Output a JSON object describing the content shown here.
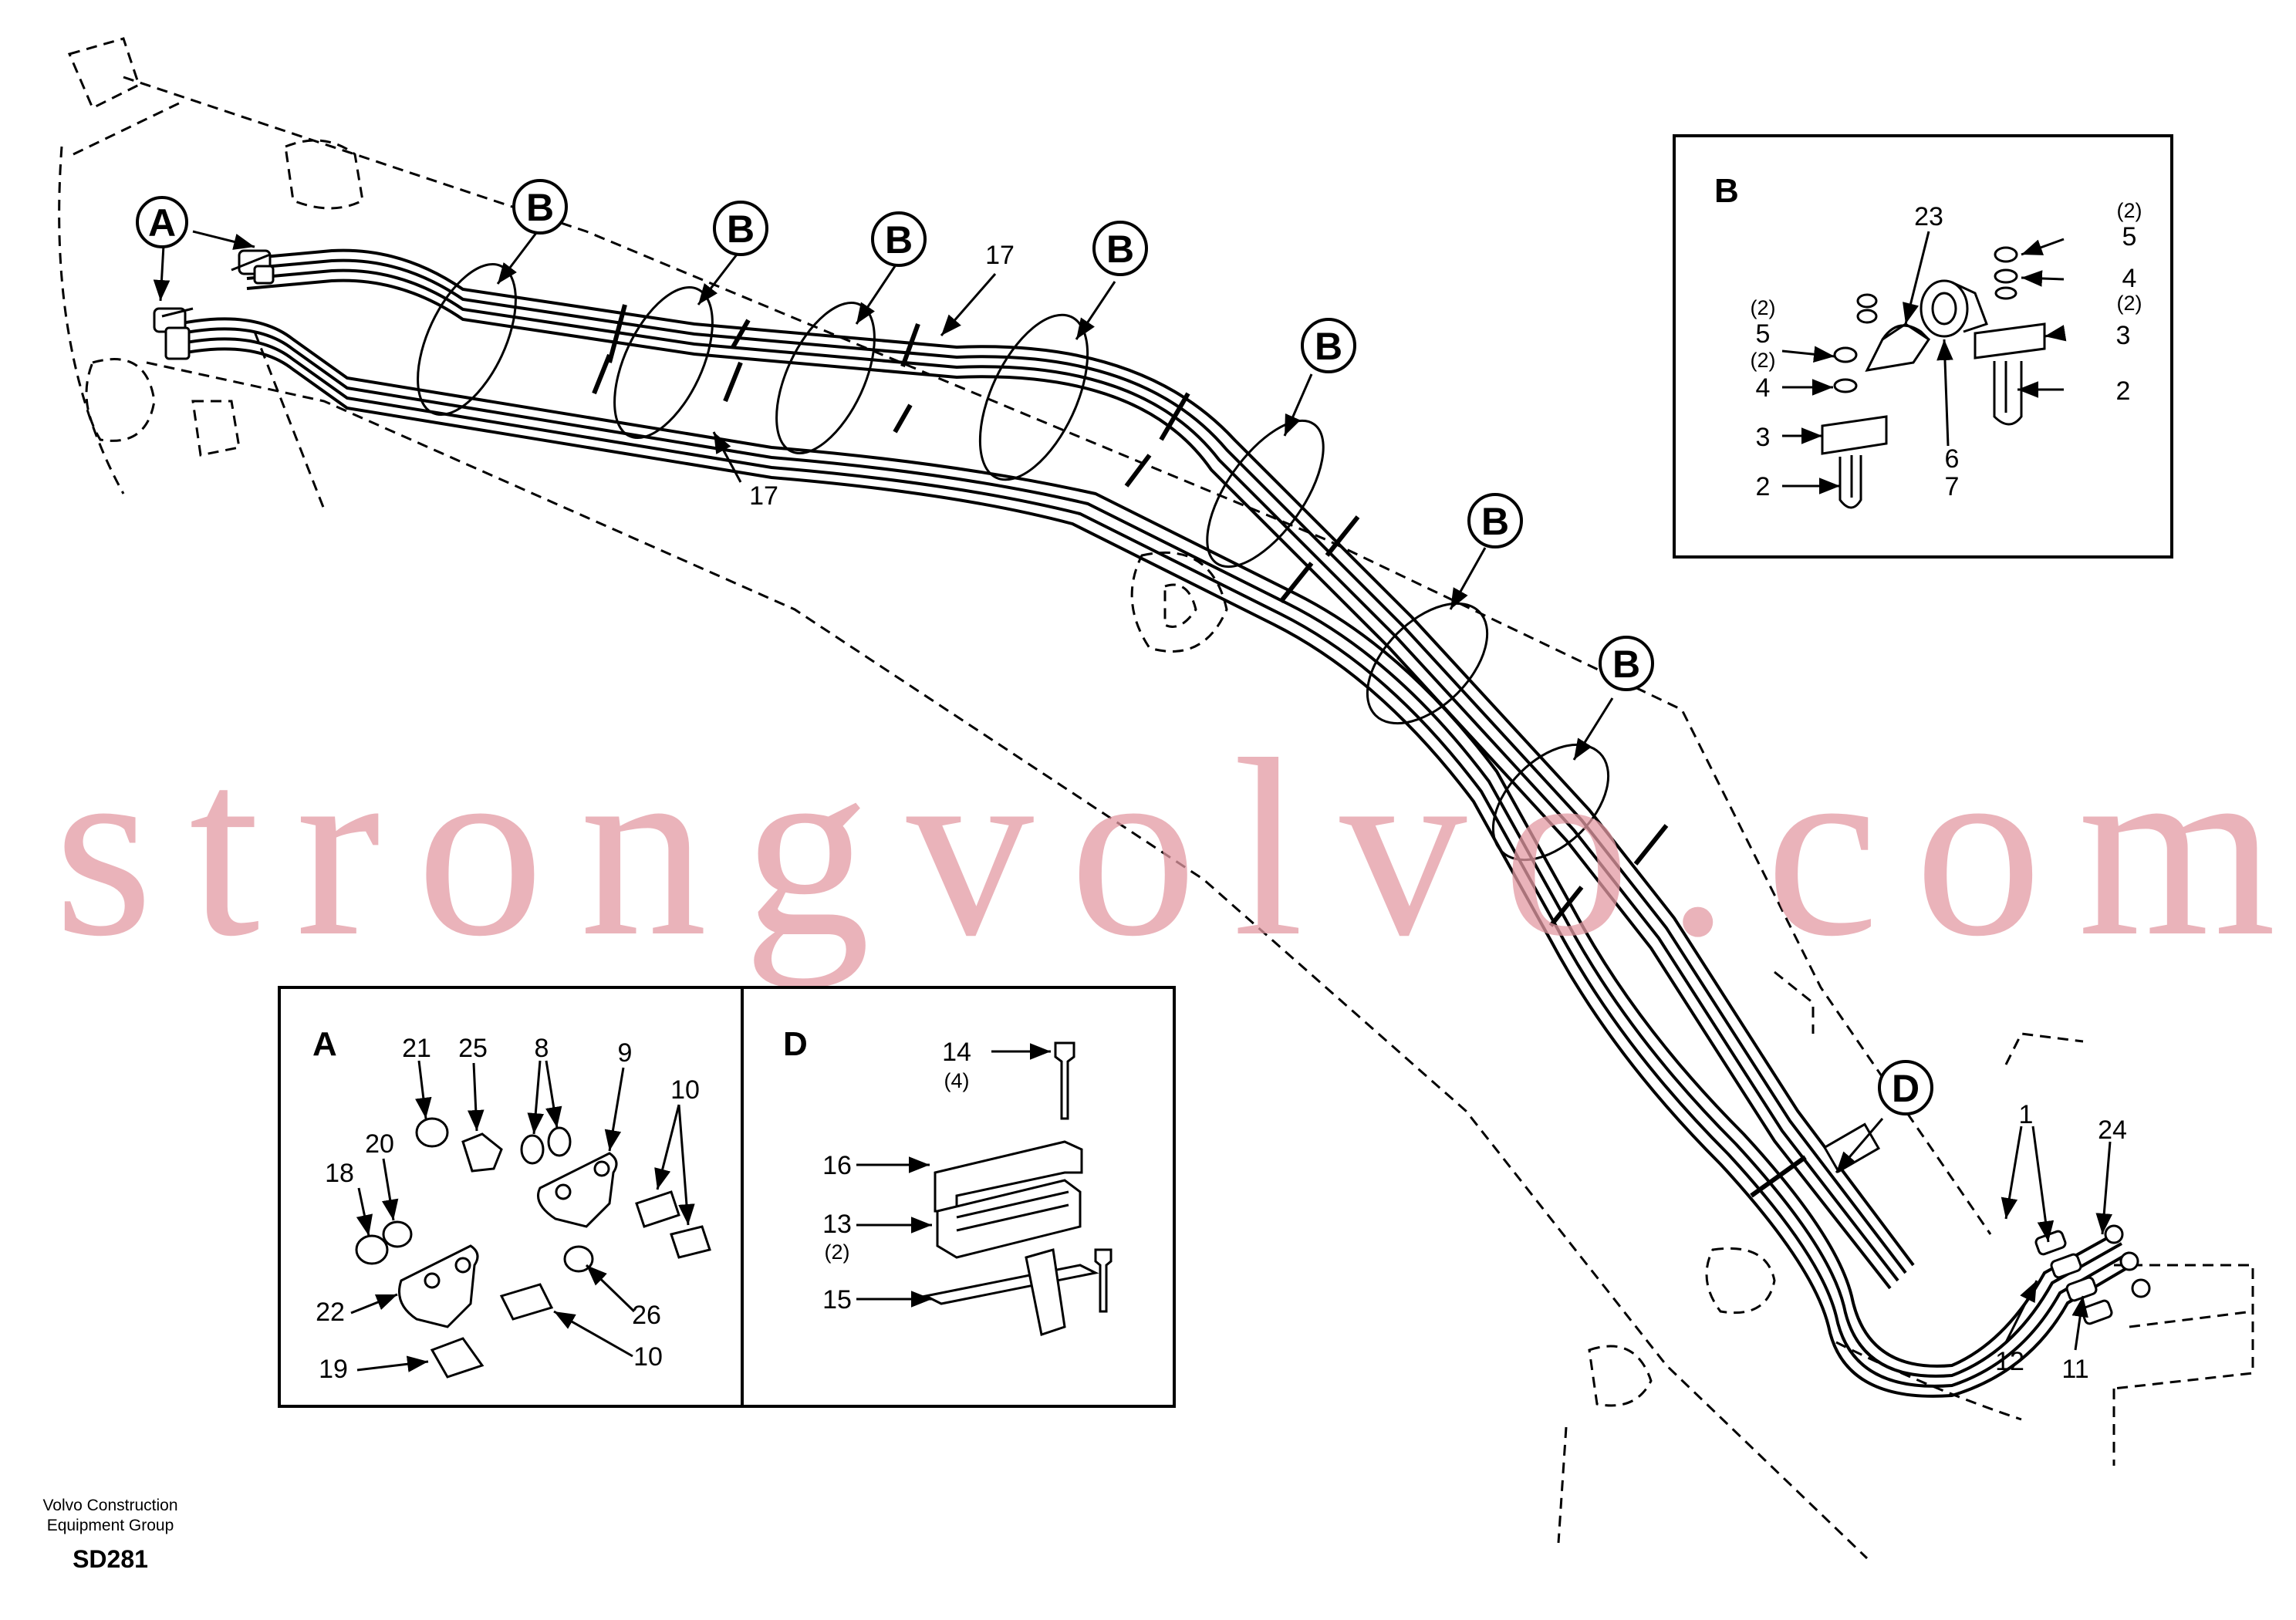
{
  "watermark": "strongvolvo.com",
  "footer": {
    "company_line1": "Volvo Construction",
    "company_line2": "Equipment Group",
    "code": "SD281"
  },
  "callouts": {
    "a": "A",
    "b": "B",
    "d": "D"
  },
  "main_labels": {
    "l17_top": "17",
    "l17_bottom": "17",
    "l1": "1",
    "l24": "24",
    "l12": "12",
    "l11": "11"
  },
  "detail_b": {
    "header": "B",
    "l23": "23",
    "l5_right": "5",
    "q2_5_right": "(2)",
    "l4_right": "4",
    "q2_4_right": "(2)",
    "l3_right": "3",
    "l2_right": "2",
    "q2_5_left": "(2)",
    "l5_left": "5",
    "q2_4_left": "(2)",
    "l4_left": "4",
    "l3_left": "3",
    "l2_left": "2",
    "l6": "6",
    "l7": "7"
  },
  "detail_a": {
    "header": "A",
    "l21": "21",
    "l25": "25",
    "l8": "8",
    "l9": "9",
    "l10_top": "10",
    "l20": "20",
    "l18": "18",
    "l26": "26",
    "l22": "22",
    "l10_bottom": "10",
    "l19": "19"
  },
  "detail_d": {
    "header": "D",
    "l14": "14",
    "q4": "(4)",
    "l16": "16",
    "l13": "13",
    "q2": "(2)",
    "l15": "15"
  }
}
